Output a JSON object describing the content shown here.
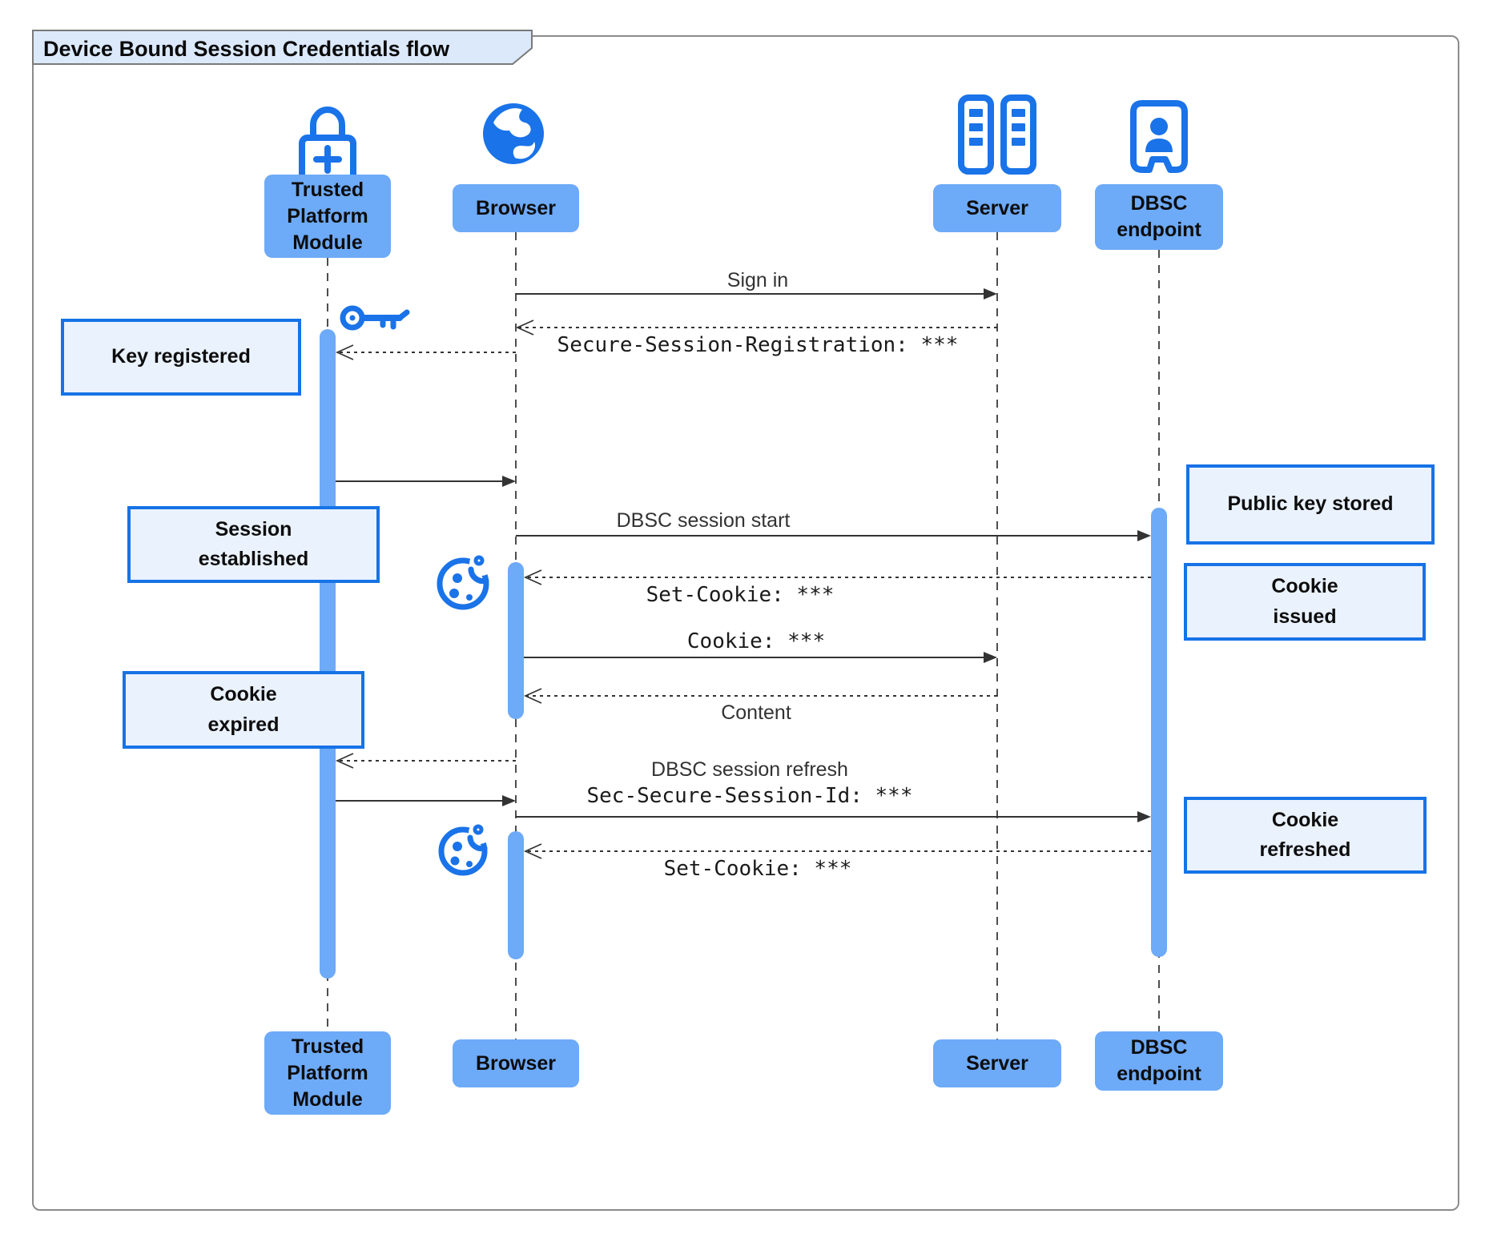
{
  "title": "Device Bound Session Credentials flow",
  "participants": {
    "tpm": "Trusted\nPlatform\nModule",
    "browser": "Browser",
    "server": "Server",
    "dbsc": "DBSC\nendpoint"
  },
  "icons": {
    "tpm": "lock-plus-icon",
    "browser": "globe-icon",
    "server": "server-rack-icon",
    "dbsc": "badge-person-icon",
    "key": "key-icon",
    "cookie": "cookie-icon"
  },
  "messages": {
    "sign_in": "Sign in",
    "registration": "Secure-Session-Registration: ***",
    "dbsc_start": "DBSC session start",
    "set_cookie1": "Set-Cookie: ***",
    "cookie": "Cookie: ***",
    "content": "Content",
    "refresh1": "DBSC session refresh",
    "refresh2": "Sec-Secure-Session-Id: ***",
    "set_cookie2": "Set-Cookie: ***"
  },
  "notes": {
    "key_registered": "Key registered",
    "session_established": "Session\nestablished",
    "cookie_expired": "Cookie\nexpired",
    "public_key_stored": "Public key stored",
    "cookie_issued": "Cookie\nissued",
    "cookie_refreshed": "Cookie\nrefreshed"
  },
  "colors": {
    "accent_blue": "#1a73e8",
    "participant_fill": "#6daaf8",
    "activation_fill": "#6daaf8",
    "note_fill": "#eaf2fe",
    "note_border": "#1673e6",
    "arrow": "#333333",
    "lifeline": "#4d4d4d",
    "frame_border": "#8b8b8b",
    "title_fill": "#dbe9fb",
    "title_border": "#7a7a7a"
  }
}
